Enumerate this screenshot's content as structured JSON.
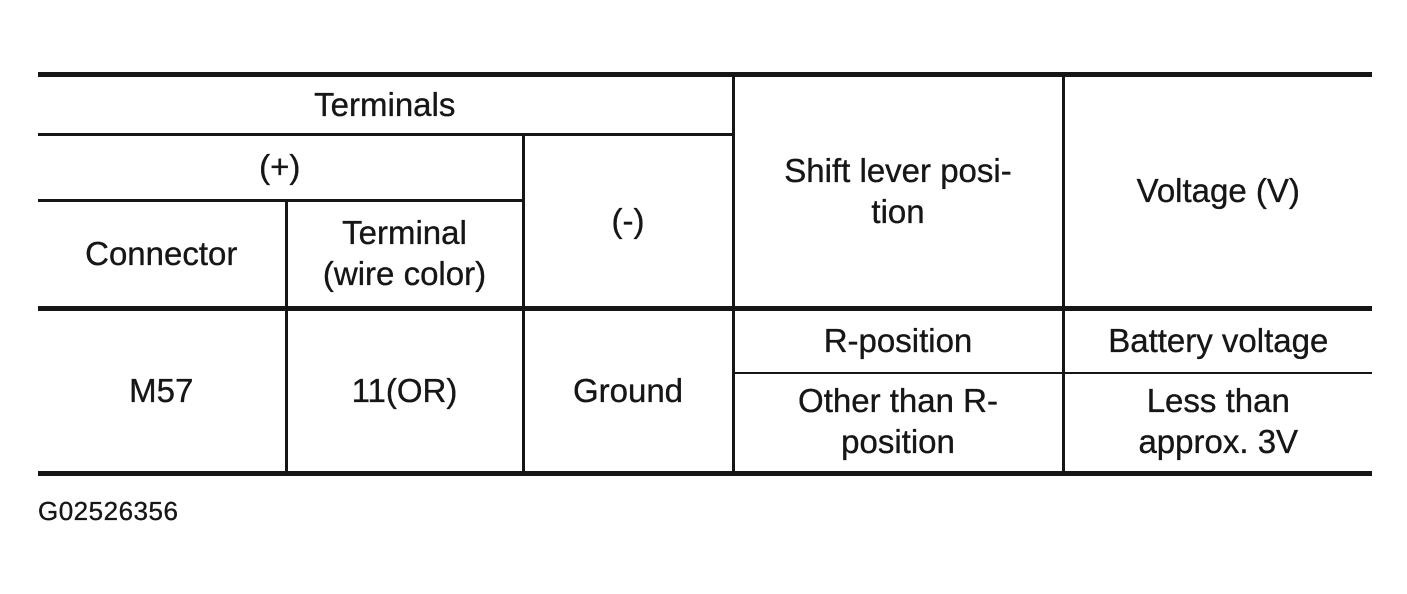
{
  "colors": {
    "ink": "#161616",
    "paper": "#ffffff"
  },
  "table": {
    "header": {
      "terminals": "Terminals",
      "plus": "(+)",
      "minus": "(-)",
      "connector": "Connector",
      "terminal_wire_color": {
        "line1": "Terminal",
        "line2": "(wire color)"
      },
      "shift_lever_position": {
        "line1": "Shift lever posi-",
        "line2": "tion"
      },
      "voltage": "Voltage (V)"
    },
    "row": {
      "connector": "M57",
      "terminal_wire_color": "11(OR)",
      "minus": "Ground",
      "conditions": [
        {
          "shift_lever_position": "R-position",
          "voltage": "Battery voltage"
        },
        {
          "shift_lever_position": {
            "line1": "Other than R-",
            "line2": "position"
          },
          "voltage": {
            "line1": "Less than",
            "line2": "approx. 3V"
          }
        }
      ]
    }
  },
  "figure_id": "G02526356"
}
